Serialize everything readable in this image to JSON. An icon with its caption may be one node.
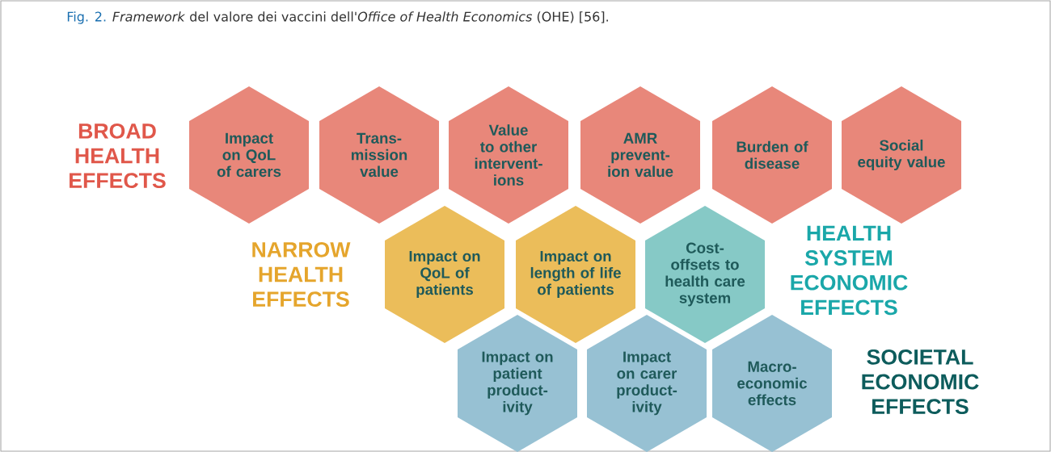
{
  "diagram": {
    "caption": "*Framework* del valore dei vaccini dell'*Office of Health Economics* (OHE) [56].",
    "nodes": [
      {
        "text": [
          "Impact on QoL of carers"
        ]
      },
      {
        "text": [
          "Trans- mission value"
        ]
      },
      {
        "text": [
          "Value to other intervent- ions"
        ]
      },
      {
        "text": [
          "AMR prevent- ion value"
        ]
      },
      {
        "text": [
          "Burden of disease"
        ]
      },
      {
        "text": [
          "Social equity value"
        ]
      },
      {
        "text": [
          "Impact on QoL of patients"
        ]
      },
      {
        "text": [
          "Impact on length of life of patients"
        ]
      },
      {
        "text": [
          "Cost- offsets to health care system"
        ]
      },
      {
        "text": [
          "Impact on patient product- ivity"
        ]
      },
      {
        "text": [
          "Impact on carer product- ivity"
        ]
      },
      {
        "text": [
          "Macro- economic effects"
        ]
      }
    ],
    "labels": [
      "Fig. 2.",
      "BROAD HEALTH EFFECTS",
      "NARROW HEALTH EFFECTS",
      "HEALTH SYSTEM ECONOMIC EFFECTS",
      "SOCIETAL ECONOMIC EFFECTS"
    ]
  }
}
